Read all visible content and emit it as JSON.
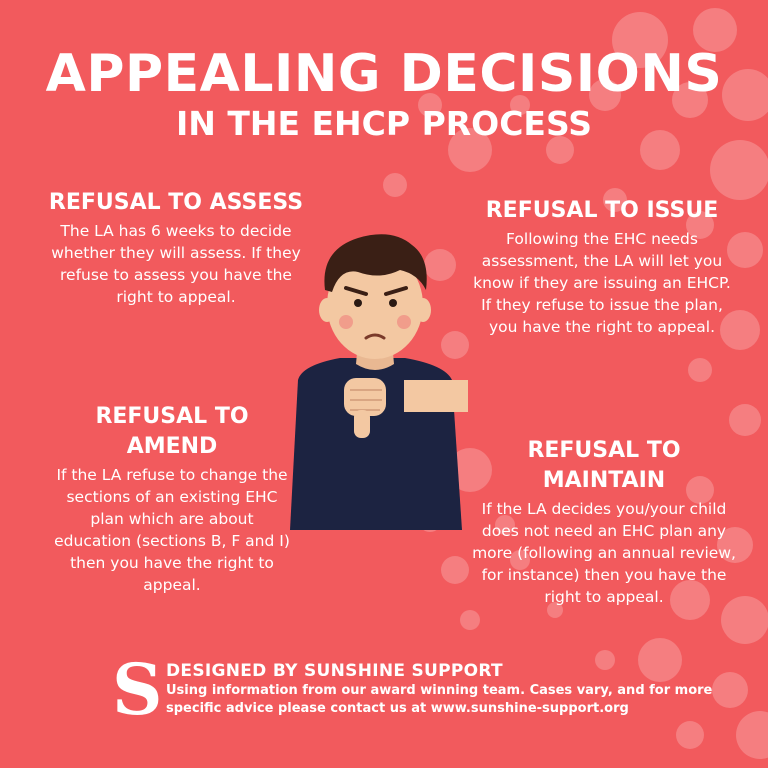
{
  "title": "APPEALING DECISIONS",
  "subtitle": "IN THE EHCP PROCESS",
  "sections": {
    "assess": {
      "heading": "REFUSAL TO ASSESS",
      "body": "The LA has 6 weeks to decide whether they will assess. If they refuse to assess you have the right to appeal."
    },
    "issue": {
      "heading": "REFUSAL TO ISSUE",
      "body": "Following the EHC needs assessment, the LA will let you know if they are issuing an EHCP. If they refuse to issue the plan, you have the right to appeal."
    },
    "amend": {
      "heading": "REFUSAL TO AMEND",
      "body": "If the LA refuse to change the sections of an existing EHC plan which are about education (sections B, F and I) then you have the right to appeal."
    },
    "maintain": {
      "heading": "REFUSAL TO MAINTAIN",
      "body": "If the LA decides you/your child does not need an EHC plan any more (following an annual review, for instance) then you have the right to appeal."
    }
  },
  "footer": {
    "logo_letter": "S",
    "designed_by": "DESIGNED BY SUNSHINE SUPPORT",
    "line1": "Using information from our award winning team. Cases vary, and for more",
    "line2": "specific advice please contact us at www.sunshine-support.org"
  },
  "colors": {
    "background": "#f25a5d",
    "text": "#ffffff",
    "shirt": "#1c2341",
    "hair": "#3a1f15",
    "skin": "#f3c8a2"
  },
  "icons": {
    "illustration": "thumbs-down-person-illustration",
    "logo": "sunshine-support-logo-icon"
  }
}
